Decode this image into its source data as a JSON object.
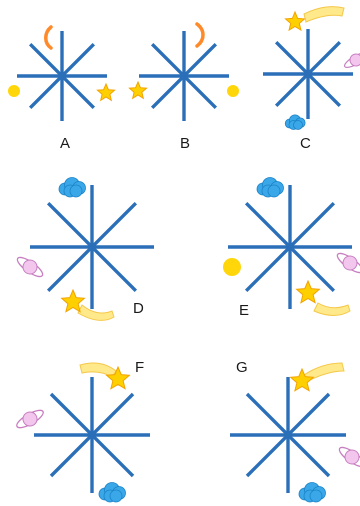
{
  "colors": {
    "star_lines": "#2a6fb8",
    "sun": "#ffd60a",
    "star": "#ffd000",
    "star_outline": "#f2a300",
    "moon": "#ff8a2a",
    "cloud": "#3aa7e8",
    "cloud_outline": "#1b82c7",
    "planet": "#f3c6ee",
    "planet_outline": "#c77fc0",
    "comet_tail": "#ffe98a"
  },
  "panels": [
    {
      "label": "A",
      "icons": [
        "moon-icon",
        "sun-icon",
        "star-icon"
      ]
    },
    {
      "label": "B",
      "icons": [
        "moon-icon",
        "star-icon",
        "sun-icon"
      ]
    },
    {
      "label": "C",
      "icons": [
        "shooting-star-icon",
        "planet-icon",
        "cloud-icon"
      ]
    },
    {
      "label": "D",
      "icons": [
        "cloud-icon",
        "planet-icon",
        "shooting-star-icon"
      ]
    },
    {
      "label": "E",
      "icons": [
        "cloud-icon",
        "sun-icon",
        "planet-icon",
        "shooting-star-icon"
      ]
    },
    {
      "label": "F",
      "icons": [
        "shooting-star-icon",
        "planet-icon",
        "cloud-icon"
      ]
    },
    {
      "label": "G",
      "icons": [
        "shooting-star-icon",
        "planet-icon",
        "cloud-icon"
      ]
    }
  ]
}
